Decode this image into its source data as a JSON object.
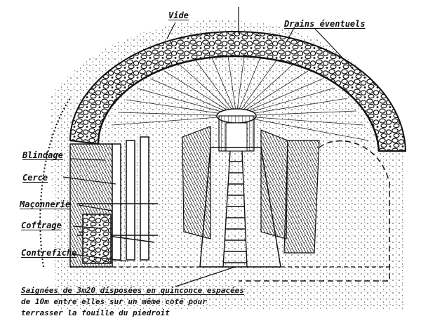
{
  "labels": {
    "vide": "Vide",
    "drains": "Drains éventuels",
    "blindage": "Blindage",
    "cerce": "Cerce",
    "maconnerie": "Maçonnerie",
    "coffrage": "Coffrage",
    "contrefiche": "Contrefiche"
  },
  "caption": {
    "line1": "Saignées de 3m20 disposées en quinconce espacées",
    "line2": "de 10m entre elles sur un même coté pour",
    "line3": "terrasser la fouille du piedroit"
  }
}
